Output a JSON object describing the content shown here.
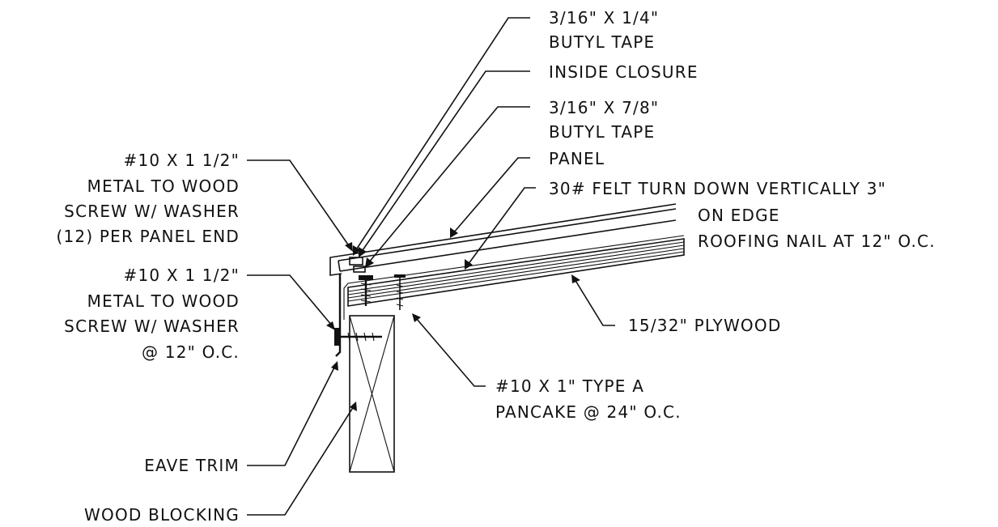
{
  "labels": {
    "butyl_small": [
      "3/16\" X 1/4\"",
      "BUTYL TAPE"
    ],
    "inside_closure": "INSIDE CLOSURE",
    "butyl_large": [
      "3/16\" X 7/8\"",
      "BUTYL TAPE"
    ],
    "panel": "PANEL",
    "felt": [
      "30# FELT TURN DOWN VERTICALLY 3\"",
      "ON EDGE",
      "ROOFING NAIL AT 12\" O.C."
    ],
    "plywood": "15/32\" PLYWOOD",
    "pancake": [
      "#10 X 1\" TYPE A",
      "PANCAKE @ 24\" O.C."
    ],
    "screw_panel_end": [
      "#10 X 1 1/2\"",
      "METAL TO WOOD",
      "SCREW W/ WASHER",
      "(12) PER PANEL END"
    ],
    "screw_oc": [
      "#10 X 1 1/2\"",
      "METAL TO WOOD",
      "SCREW W/ WASHER",
      "@ 12\" O.C."
    ],
    "eave_trim": "EAVE TRIM",
    "wood_blocking": "WOOD BLOCKING"
  },
  "colors": {
    "ink": "#111111",
    "paper": "#ffffff"
  }
}
